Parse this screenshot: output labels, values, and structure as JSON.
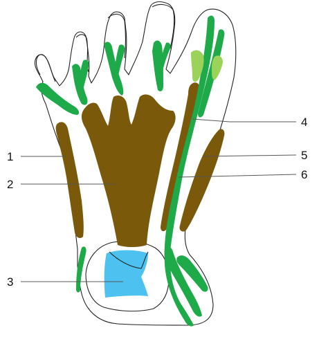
{
  "diagram": {
    "labels": [
      "1",
      "2",
      "3",
      "4",
      "5",
      "6"
    ],
    "colors": {
      "outline": "#222222",
      "muscle": "#7a5a0a",
      "tendon": "#1faa4a",
      "tendon_light": "#9bd35a",
      "retinaculum": "#4dc2f0",
      "leader": "#555555"
    }
  }
}
